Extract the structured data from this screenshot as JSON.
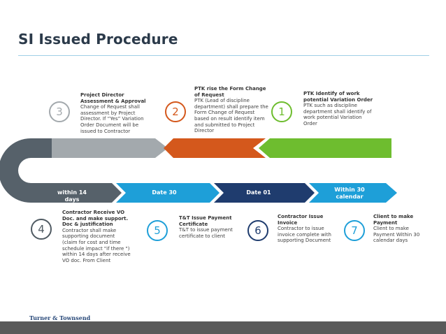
{
  "title": "SI Issued Procedure",
  "colors": {
    "step1": "#6ebd2f",
    "step2": "#d4581c",
    "step3": "#a3a9ad",
    "step4": "#4f5a62",
    "step5": "#1e9fd8",
    "step6": "#1f3c6e",
    "step7": "#1e9fd8"
  },
  "steps": [
    {
      "number": "1",
      "heading": "PTK Identify of work potential Variation Order",
      "body": "PTK such as discipline department shall identify of work potential Variation Order"
    },
    {
      "number": "2",
      "heading": "PTK rise the Form Change of Request",
      "body": "PTK (Lead of discipline department) shall prepare the Form Change of Request based on result identify item and submitted to Project Director"
    },
    {
      "number": "3",
      "heading": "Project Director Assessment & Approval",
      "body": "Change of Request shall assessment by Project Director. If “Yes” Variation Order Document will be issued to Contractor"
    },
    {
      "number": "4",
      "heading": "Contractor Receive VO Doc. and make support. Doc & justification",
      "body": "Contractor shall make supporting document (claim for cost and time schedule impact \"if there \") within 14 days after receive VO doc. From Client"
    },
    {
      "number": "5",
      "heading": "T&T Issue Payment Certificate",
      "body": "T&T to issue payment certificate to client"
    },
    {
      "number": "6",
      "heading": "Contractor Issue Invoice",
      "body": "Contractor to issue invoice complete with supporting Document"
    },
    {
      "number": "7",
      "heading": "Client to make Payment",
      "body": "Client to make Payment Within 30 calendar days"
    }
  ],
  "arrows_bottom": [
    "within 14 days",
    "Date 30",
    "Date 01",
    "Within 30 calendar days"
  ],
  "logo": "Turner & Townsend"
}
